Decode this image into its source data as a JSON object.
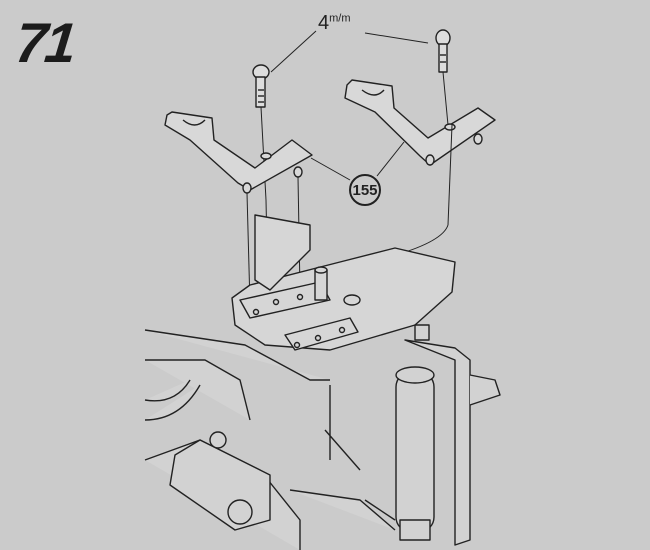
{
  "step_number": "71",
  "screw_size": {
    "value": "4",
    "unit": "m/m"
  },
  "part_number": "155"
}
